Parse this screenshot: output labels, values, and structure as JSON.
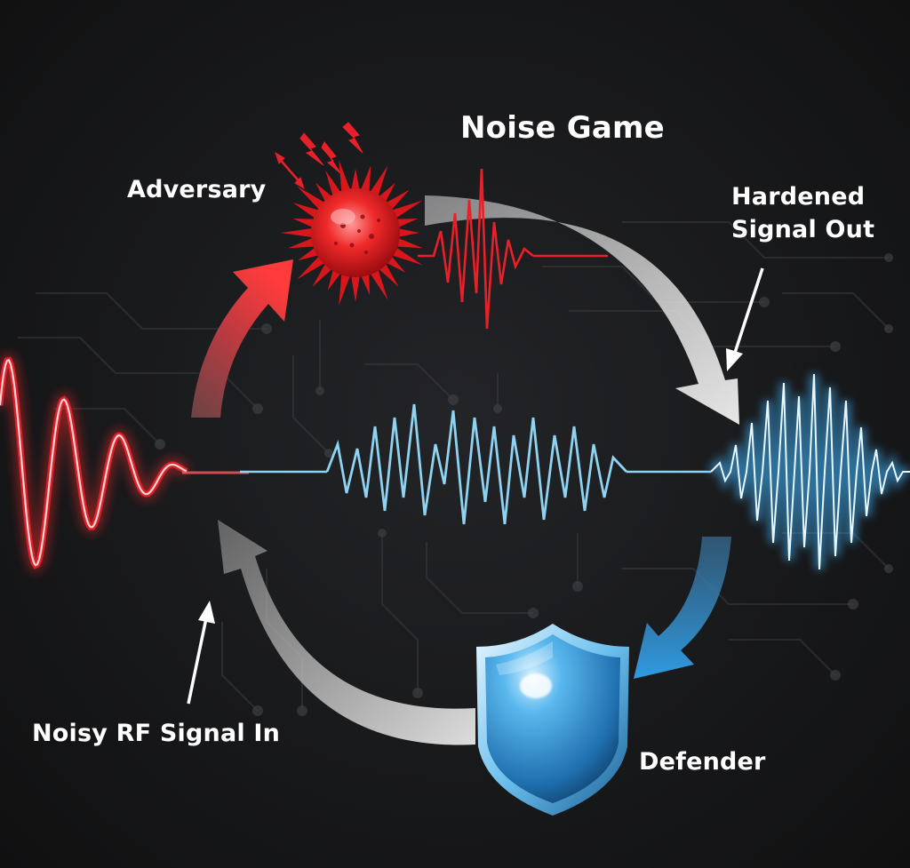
{
  "title": "Noise Game",
  "labels": {
    "adversary": "Adversary",
    "hardened_line1": "Hardened",
    "hardened_line2": "Signal Out",
    "noisy_input": "Noisy RF Signal In",
    "defender": "Defender"
  },
  "icons": {
    "adversary": "virus-burst-icon",
    "defender": "shield-icon",
    "lightning": "lightning-icon"
  },
  "colors": {
    "background": "#151516",
    "adversary_red": "#e8202a",
    "signal_blue": "#8ed4f2",
    "defender_blue": "#2a8fd6",
    "cycle_grey": "#cfcfcf",
    "text": "#ffffff"
  }
}
